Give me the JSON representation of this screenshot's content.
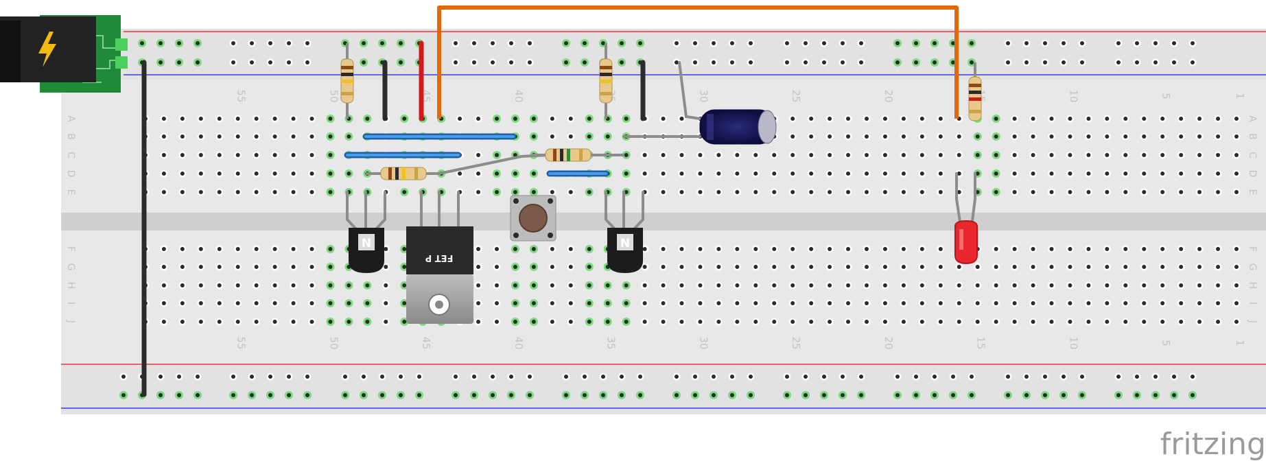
{
  "breadboard": {
    "column_numbers": [
      "55",
      "50",
      "45",
      "40",
      "35",
      "30",
      "25",
      "20",
      "15",
      "10",
      "5",
      "1"
    ],
    "row_letters_top": [
      "A",
      "B",
      "C",
      "D",
      "E"
    ],
    "row_letters_bottom": [
      "F",
      "G",
      "H",
      "I",
      "J"
    ]
  },
  "components": {
    "mosfet_label": "FET P",
    "transistor_1_label": "N",
    "transistor_2_label": "N"
  },
  "colors": {
    "board": "#e8e8e8",
    "rail_red": "#e53b3b",
    "rail_blue": "#3b3be5",
    "wire_orange": "#e0680f",
    "wire_red": "#d21a1a",
    "wire_black": "#2b2b2b",
    "wire_blue": "#2d7fd3",
    "power_jack_pcb": "#1e8a3a",
    "led_red": "#e8262b",
    "capacitor": "#1a1a5a"
  },
  "brand": "fritzing"
}
